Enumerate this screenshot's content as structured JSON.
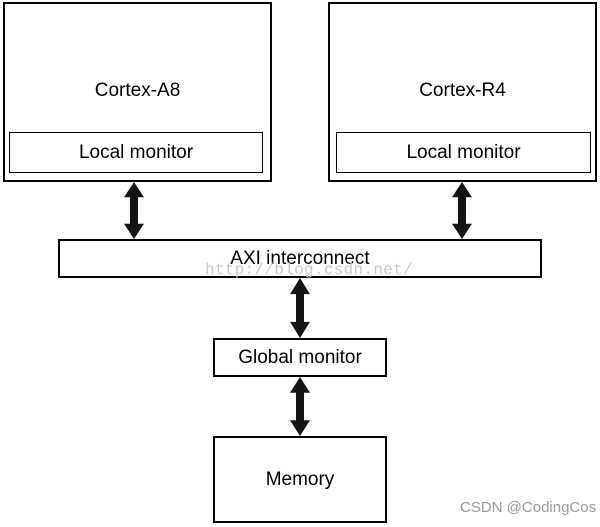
{
  "diagram": {
    "nodes": {
      "cortex_a8": {
        "label": "Cortex-A8"
      },
      "cortex_r4": {
        "label": "Cortex-R4"
      },
      "local_monitor_a8": {
        "label": "Local monitor"
      },
      "local_monitor_r4": {
        "label": "Local monitor"
      },
      "axi_interconnect": {
        "label": "AXI interconnect"
      },
      "global_monitor": {
        "label": "Global monitor"
      },
      "memory": {
        "label": "Memory"
      }
    },
    "edges": [
      {
        "from": "cortex_a8",
        "to": "axi_interconnect",
        "type": "bidirectional"
      },
      {
        "from": "cortex_r4",
        "to": "axi_interconnect",
        "type": "bidirectional"
      },
      {
        "from": "axi_interconnect",
        "to": "global_monitor",
        "type": "bidirectional"
      },
      {
        "from": "global_monitor",
        "to": "memory",
        "type": "bidirectional"
      }
    ]
  },
  "watermark": {
    "text": "http://blog.csdn.net/"
  },
  "credit": {
    "text": "CSDN @CodingCos"
  },
  "colors": {
    "background": "#ffffff",
    "border": "#000000",
    "text": "#000000",
    "arrow": "#141414",
    "watermark": "#c9c9cf",
    "credit": "#9b9b9b"
  }
}
